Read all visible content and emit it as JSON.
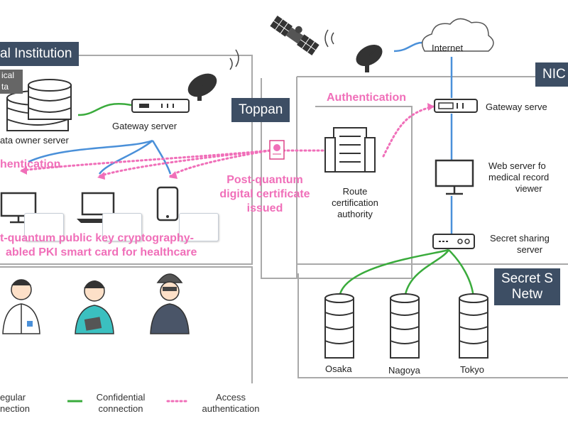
{
  "regions": {
    "medical_institution": "al Institution",
    "toppan": "Toppan",
    "nict": "NIC",
    "secret_sharing_network_line1": "Secret S",
    "secret_sharing_network_line2": "Netw"
  },
  "nodes": {
    "medical_data_line1": "ical",
    "medical_data_line2": "ta",
    "data_owner_server": "ata owner server",
    "gateway_server_left": "Gateway server",
    "gateway_server_right": "Gateway serve",
    "route_ca_line1": "Route",
    "route_ca_line2": "certification",
    "route_ca_line3": "authority",
    "web_server_line1": "Web server fo",
    "web_server_line2": "medical record",
    "web_server_line3": "viewer",
    "secret_sharing_server_line1": "Secret sharing",
    "secret_sharing_server_line2": "server",
    "internet": "Internet",
    "osaka": "Osaka",
    "nagoya": "Nagoya",
    "tokyo": "Tokyo"
  },
  "annotations": {
    "authentication_top": "Authentication",
    "authentication_left": "hentication",
    "pq_cert_line1": "Post-quantum",
    "pq_cert_line2": "digital certificate",
    "pq_cert_line3": "issued",
    "pki_card_line1": "t-quantum public key cryptography-",
    "pki_card_line2": "abled PKI smart card for healthcare"
  },
  "legend": {
    "regular_line1": "egular",
    "regular_line2": "nection",
    "confidential_line1": "Confidential",
    "confidential_line2": "connection",
    "access_line1": "Access",
    "access_line2": "authentication"
  },
  "colors": {
    "region_tag": "#3d4e64",
    "regular_connection": "#4a90d9",
    "confidential_connection": "#3aab3c",
    "access_authentication": "#f06fb9",
    "region_border": "#a9a9a9"
  }
}
